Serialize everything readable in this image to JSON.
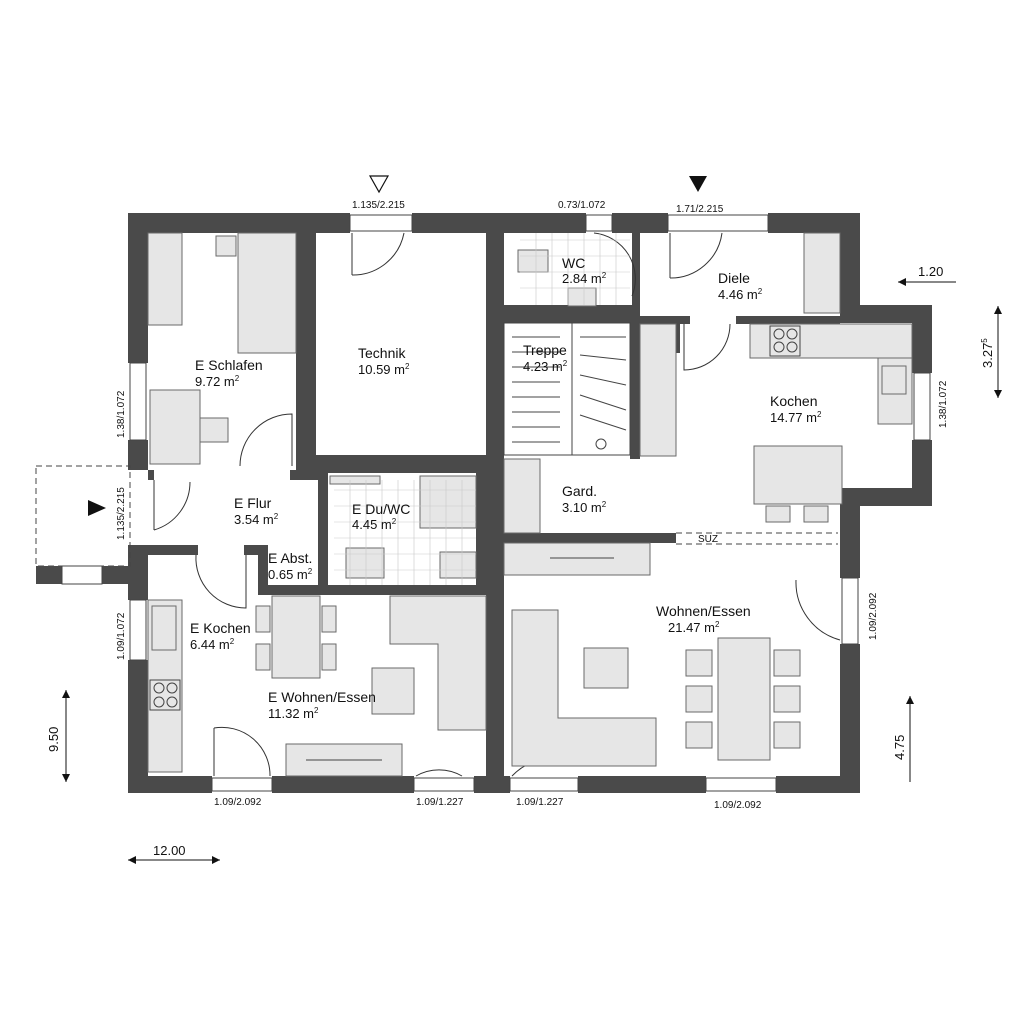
{
  "rooms": [
    {
      "name": "E Schlafen",
      "area": "9.72 m",
      "sup": "2"
    },
    {
      "name": "Technik",
      "area": "10.59 m",
      "sup": "2"
    },
    {
      "name": "WC",
      "area": "2.84 m",
      "sup": "2"
    },
    {
      "name": "Diele",
      "area": "4.46 m",
      "sup": "2"
    },
    {
      "name": "Treppe",
      "area": "4.23 m",
      "sup": "2"
    },
    {
      "name": "Kochen",
      "area": "14.77 m",
      "sup": "2"
    },
    {
      "name": "E Flur",
      "area": "3.54 m",
      "sup": "2"
    },
    {
      "name": "E Du/WC",
      "area": "4.45 m",
      "sup": "2"
    },
    {
      "name": "E Abst.",
      "area": "0.65 m",
      "sup": "2"
    },
    {
      "name": "Gard.",
      "area": "3.10 m",
      "sup": "2"
    },
    {
      "name": "E Kochen",
      "area": "6.44 m",
      "sup": "2"
    },
    {
      "name": "E Wohnen/Essen",
      "area": "11.32 m",
      "sup": "2"
    },
    {
      "name": "Wohnen/Essen",
      "area": "21.47 m",
      "sup": "2"
    }
  ],
  "windows": {
    "top_left": "1.135/2.215",
    "top_wc": "0.73/1.072",
    "top_diele": "1.71/2.215",
    "left_schlafen": "1.38/1.072",
    "left_flur": "1.135/2.215",
    "left_kochen": "1.09/1.072",
    "right_kochen": "1.38/1.072",
    "right_wohnen": "1.09/2.092",
    "bottom_1": "1.09/2.092",
    "bottom_2": "1.09/1.227",
    "bottom_3": "1.09/1.227",
    "bottom_4": "1.09/2.092"
  },
  "dimensions": {
    "top_right": "1.20",
    "right_upper": "3.27",
    "right_upper_sup": "5",
    "right_lower": "4.75",
    "left": "9.50",
    "bottom": "12.00"
  },
  "labels": {
    "suz": "SUZ"
  }
}
